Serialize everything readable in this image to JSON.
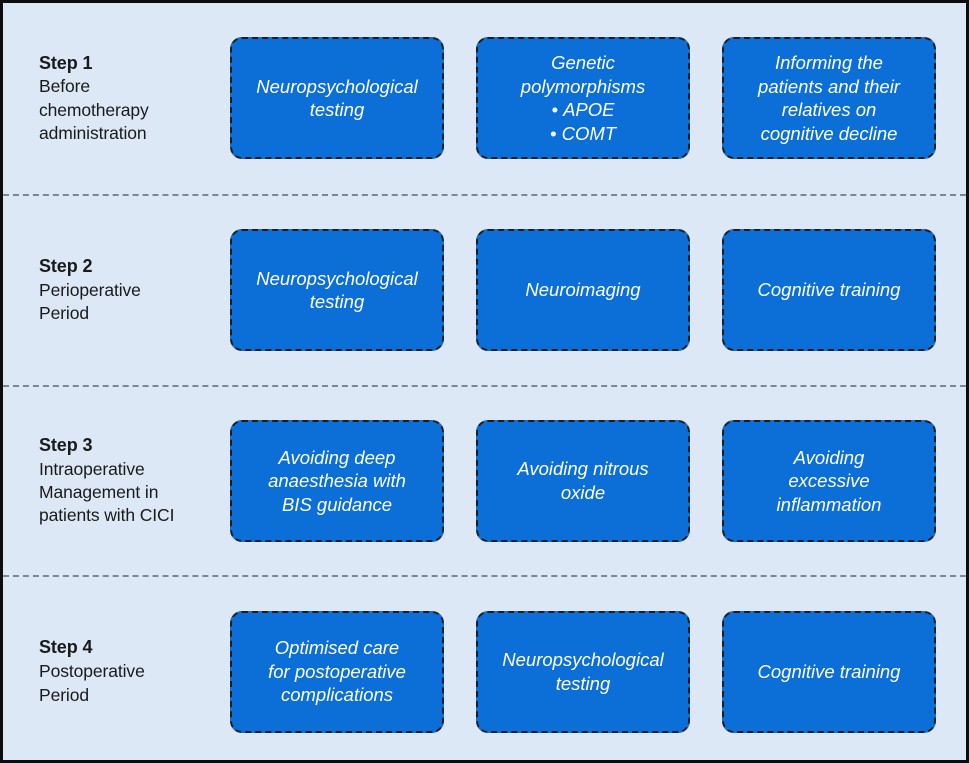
{
  "diagram": {
    "background_color": "#dce8f6",
    "frame_border_color": "#0c0c0c",
    "card_fill_color": "#0b6fd7",
    "card_border_color": "#1d1d1d",
    "card_text_color": "#ffffff",
    "separator_color": "#7a8795",
    "label_text_color": "#1a1a1a",
    "rows": [
      {
        "step_title": "Step 1",
        "step_subtitle": "Before\nchemotherapy\nadministration",
        "cards": [
          {
            "text": "Neuropsychological\ntesting",
            "bullets": []
          },
          {
            "text": "Genetic\npolymorphisms",
            "bullets": [
              "APOE",
              "COMT"
            ]
          },
          {
            "text": "Informing the\npatients and their\nrelatives on\ncognitive decline",
            "bullets": []
          }
        ]
      },
      {
        "step_title": "Step 2",
        "step_subtitle": "Perioperative\nPeriod",
        "cards": [
          {
            "text": "Neuropsychological\ntesting",
            "bullets": []
          },
          {
            "text": "Neuroimaging",
            "bullets": []
          },
          {
            "text": "Cognitive training",
            "bullets": []
          }
        ]
      },
      {
        "step_title": "Step 3",
        "step_subtitle": "Intraoperative\nManagement in\npatients with CICI",
        "cards": [
          {
            "text": "Avoiding deep\nanaesthesia with\nBIS guidance",
            "bullets": []
          },
          {
            "text": "Avoiding nitrous\noxide",
            "bullets": []
          },
          {
            "text": "Avoiding\nexcessive\ninflammation",
            "bullets": []
          }
        ]
      },
      {
        "step_title": "Step 4",
        "step_subtitle": "Postoperative\nPeriod",
        "cards": [
          {
            "text": "Optimised care\nfor postoperative\ncomplications",
            "bullets": []
          },
          {
            "text": "Neuropsychological\ntesting",
            "bullets": []
          },
          {
            "text": "Cognitive training",
            "bullets": []
          }
        ]
      }
    ]
  }
}
